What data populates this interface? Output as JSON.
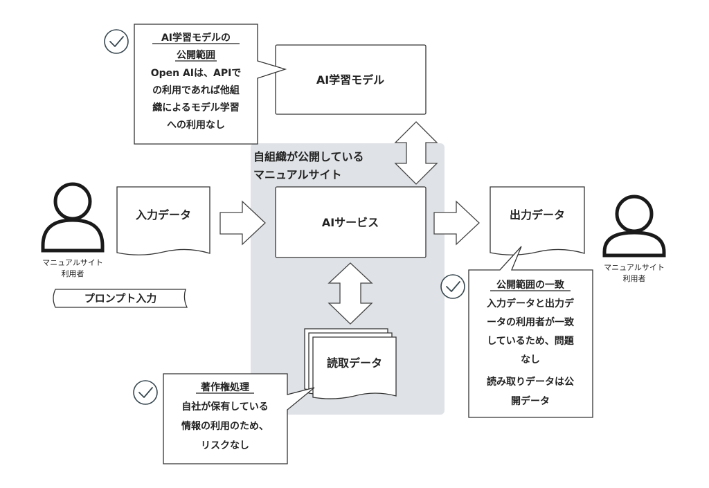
{
  "organization_area": {
    "label_lines": [
      "自組織が公開している",
      "マニュアルサイト"
    ],
    "color": "#dfe2e6"
  },
  "nodes": {
    "ai_model": "AI学習モデル",
    "ai_service": "AIサービス",
    "input_data": "入力データ",
    "output_data": "出力データ",
    "read_data": "読取データ"
  },
  "actors": {
    "left": {
      "name_lines": [
        "マニュアルサイト",
        "利用者"
      ]
    },
    "right": {
      "name_lines": [
        "マニュアルサイト",
        "利用者"
      ]
    }
  },
  "prompt_label": "プロンプト入力",
  "callouts": {
    "model_scope": {
      "title_lines": [
        "AI学習モデルの",
        "公開範囲"
      ],
      "body_lines": [
        "Open AIは、APIで",
        "の利用であれば他組",
        "織によるモデル学習",
        "への利用なし"
      ]
    },
    "copyright": {
      "title_lines": [
        "著作権処理"
      ],
      "body_lines": [
        "自社が保有している",
        "情報の利用のため、",
        "リスクなし"
      ]
    },
    "scope_match": {
      "title_lines": [
        "公開範囲の一致"
      ],
      "body_lines": [
        "入力データと出力デ",
        "ータの利用者が一致",
        "しているため、問題",
        "なし",
        "読み取りデータは公",
        "開データ"
      ]
    }
  },
  "icons": [
    "person-icon",
    "check-circle-icon",
    "double-arrow-icon",
    "right-arrow-icon"
  ]
}
